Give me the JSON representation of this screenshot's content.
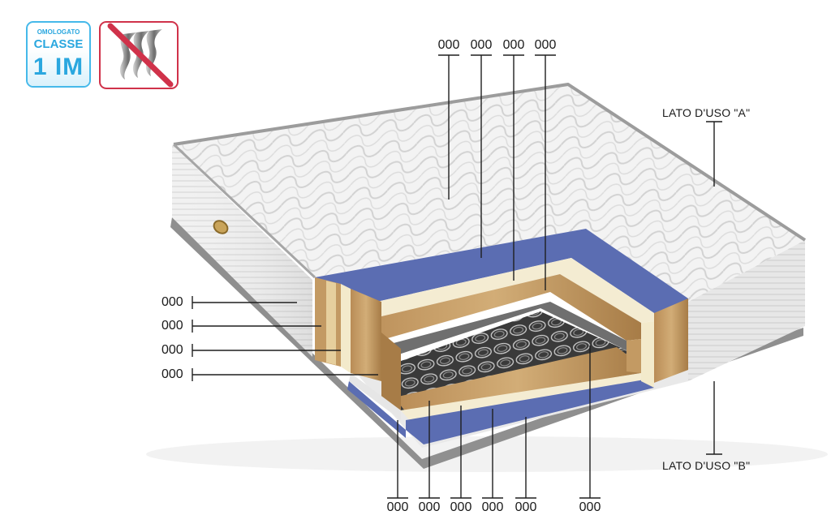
{
  "badges": {
    "certification": {
      "line1": "OMOLOGATO",
      "line2": "CLASSE",
      "line3": "1 IM",
      "color": "#2aa7df",
      "icon": "fire-class-certification-icon"
    },
    "no_mites": {
      "icon": "no-dust-mites-icon",
      "color": "#d0324a"
    }
  },
  "callouts": {
    "top": [
      "000",
      "000",
      "000",
      "000"
    ],
    "left": [
      "000",
      "000",
      "000",
      "000"
    ],
    "bottom": [
      "000",
      "000",
      "000",
      "000",
      "000",
      "000"
    ]
  },
  "sides": {
    "a": "LATO D'USO \"A\"",
    "b": "LATO D'USO \"B\""
  },
  "colors": {
    "memory_foam": "#5b6db2",
    "wood_frame": "#c39a63",
    "cream_layer": "#f4ecd2",
    "fabric": "#ececec",
    "border": "#9c9c9c"
  }
}
